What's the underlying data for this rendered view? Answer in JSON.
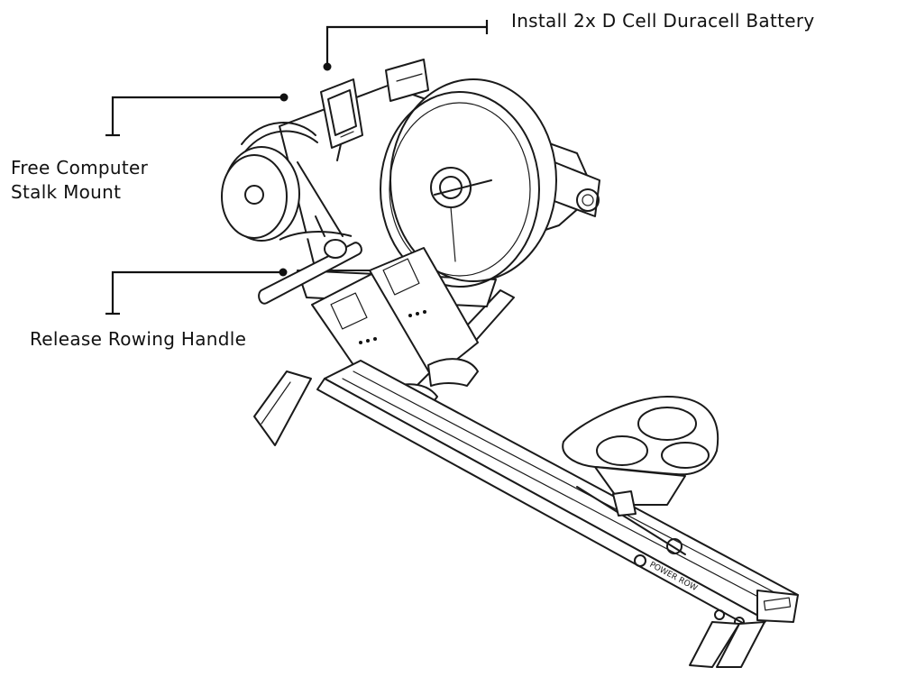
{
  "callouts": {
    "battery": "Install 2x D Cell Duracell Battery",
    "stalk_line1": "Free Computer",
    "stalk_line2": "Stalk Mount",
    "handle": "Release Rowing Handle"
  },
  "rail_brand": "POWER ROW",
  "colors": {
    "ink": "#1a1a1a",
    "background": "#ffffff"
  },
  "icons": [
    "rowing-machine-illustration",
    "monitor-icon",
    "flywheel-icon",
    "seat-icon",
    "footplate-icon",
    "handle-icon"
  ]
}
